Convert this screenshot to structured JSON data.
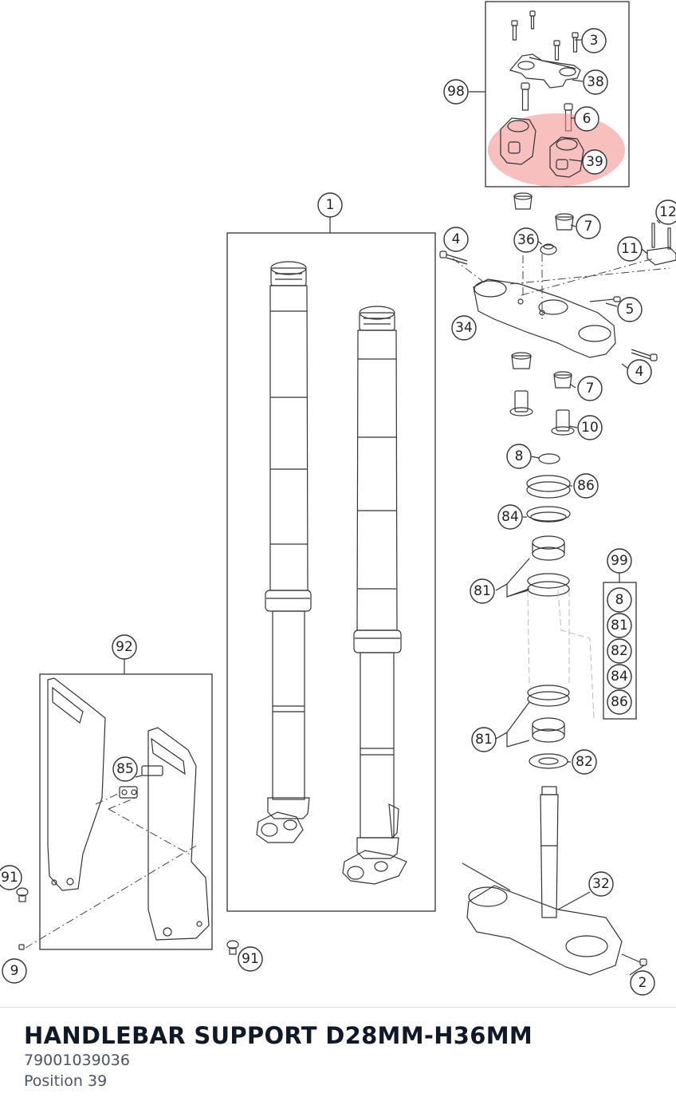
{
  "diagram": {
    "highlight_color": "#f28b8b",
    "callouts": {
      "c3": "3",
      "c38": "38",
      "c98": "98",
      "c6": "6",
      "c39": "39",
      "c1": "1",
      "c12": "12",
      "c7a": "7",
      "c4a": "4",
      "c36": "36",
      "c11": "11",
      "c5": "5",
      "c34": "34",
      "c4b": "4",
      "c7b": "7",
      "c10": "10",
      "c8a": "8",
      "c86": "86",
      "c84": "84",
      "c99": "99",
      "c81a": "81",
      "c8b": "8",
      "c81b": "81",
      "c82a": "82",
      "c84b": "84",
      "c86b": "86",
      "c92": "92",
      "c85": "85",
      "c81c": "81",
      "c82b": "82",
      "c91a": "91",
      "c32": "32",
      "c9": "9",
      "c91b": "91",
      "c2": "2"
    }
  },
  "part": {
    "title": "HANDLEBAR SUPPORT D28MM-H36MM",
    "number": "79001039036",
    "position": "Position 39"
  }
}
